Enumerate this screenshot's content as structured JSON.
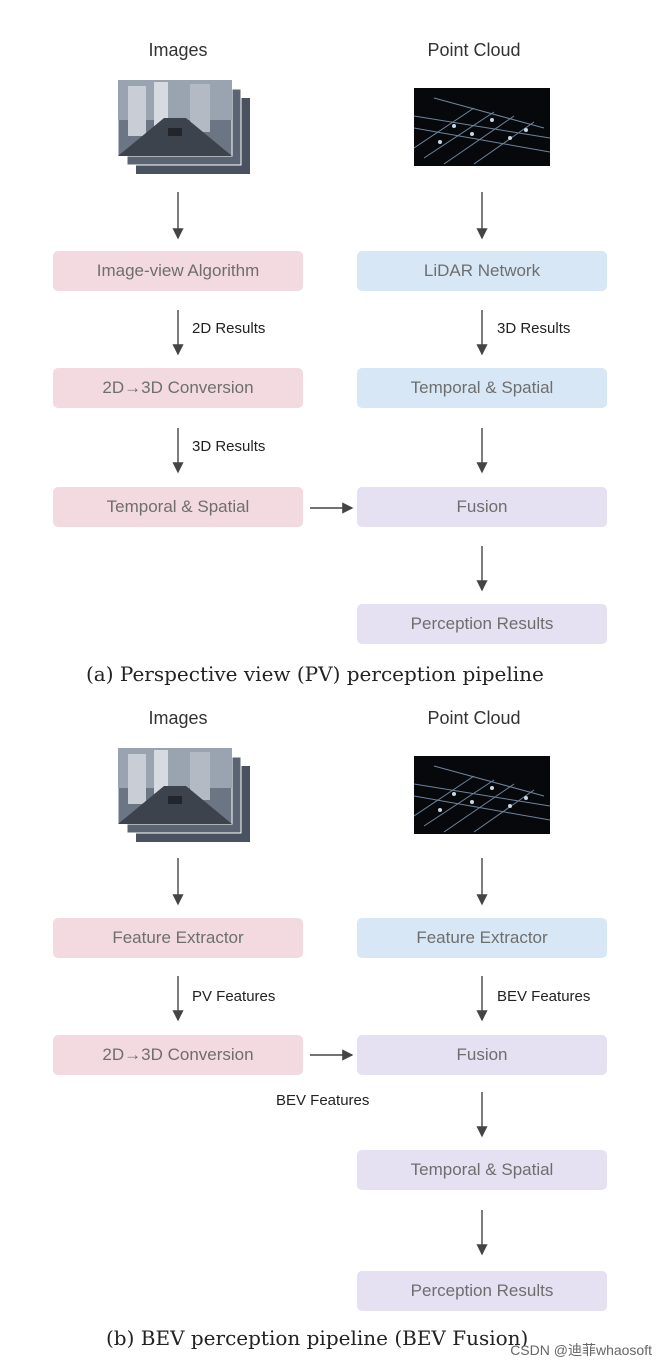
{
  "a": {
    "images_label": "Images",
    "point_cloud_label": "Point Cloud",
    "image_view_algorithm": "Image-view Algorithm",
    "lidar_network": "LiDAR Network",
    "results_2d": "2D Results",
    "results_3d_right": "3D Results",
    "conversion_2d_3d": "2D→3D Conversion",
    "temporal_spatial_right": "Temporal & Spatial",
    "results_3d_left": "3D Results",
    "temporal_spatial_left": "Temporal & Spatial",
    "fusion": "Fusion",
    "perception_results": "Perception Results",
    "caption": "(a) Perspective view (PV) perception pipeline"
  },
  "b": {
    "images_label": "Images",
    "point_cloud_label": "Point Cloud",
    "feature_extractor_left": "Feature Extractor",
    "feature_extractor_right": "Feature Extractor",
    "pv_features": "PV Features",
    "bev_features_right": "BEV Features",
    "conversion_2d_3d": "2D→3D Conversion",
    "fusion": "Fusion",
    "bev_features_left": "BEV Features",
    "temporal_spatial": "Temporal & Spatial",
    "perception_results": "Perception Results",
    "caption": "(b) BEV perception pipeline (BEV Fusion)"
  },
  "watermark": "CSDN @迪菲whaosoft"
}
